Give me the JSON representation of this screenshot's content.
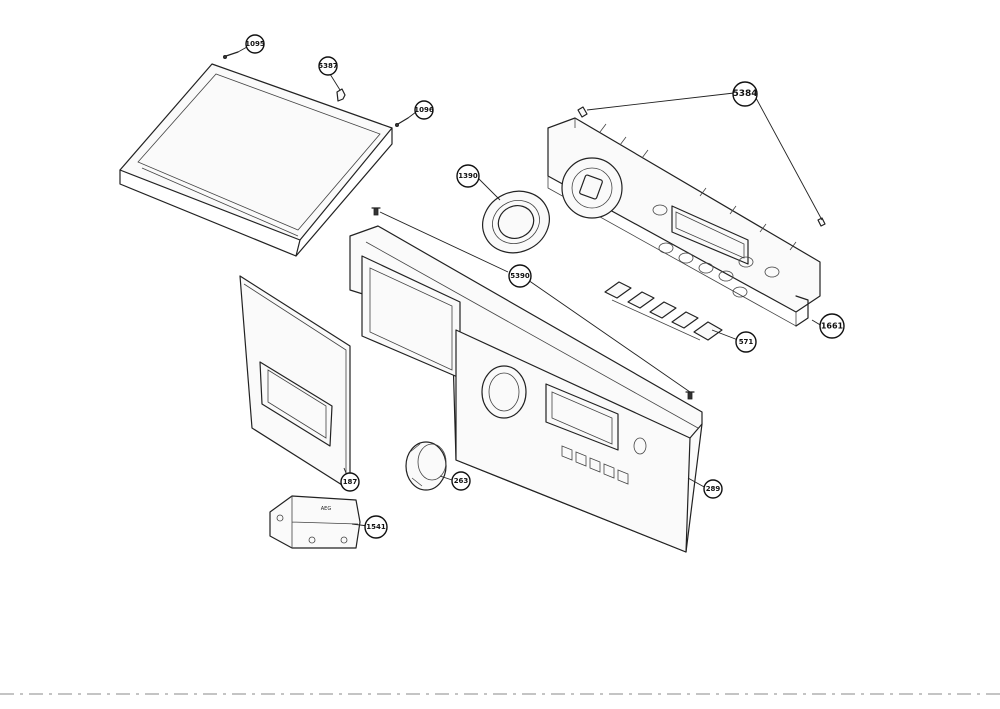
{
  "diagram": {
    "type": "exploded-parts-view",
    "callouts": [
      {
        "label": "1095"
      },
      {
        "label": "5387"
      },
      {
        "label": "1096"
      },
      {
        "label": "5384"
      },
      {
        "label": "1390"
      },
      {
        "label": "5390"
      },
      {
        "label": "1661"
      },
      {
        "label": "571"
      },
      {
        "label": "187"
      },
      {
        "label": "263"
      },
      {
        "label": "289"
      },
      {
        "label": "1541"
      }
    ],
    "part_text": {
      "panel_logo": "AEG"
    }
  }
}
